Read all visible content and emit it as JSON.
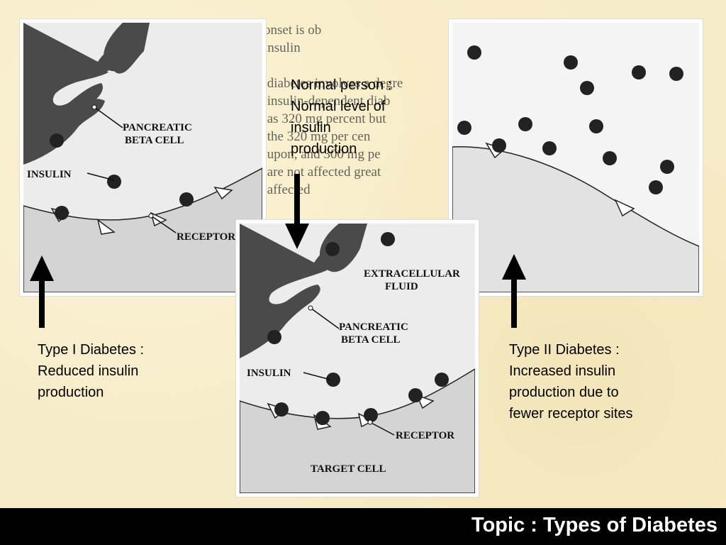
{
  "captions": {
    "normal": "Normal person :\nNormal level of\ninsulin\nproduction",
    "type1": "Type I Diabetes :\nReduced insulin\nproduction",
    "type2": "Type II Diabetes :\nIncreased insulin\nproduction due to\nfewer receptor sites"
  },
  "panel_labels": {
    "type1": {
      "pancreatic": "PANCREATIC",
      "beta": "BETA CELL",
      "insulin": "INSULIN",
      "receptor": "RECEPTOR"
    },
    "normal": {
      "extracellular": "EXTRACELLULAR",
      "fluid": "FLUID",
      "pancreatic": "PANCREATIC",
      "beta": "BETA CELL",
      "insulin": "INSULIN",
      "receptor": "RECEPTOR",
      "target": "TARGET CELL"
    }
  },
  "colors": {
    "cell_gray": "#4a4a4a",
    "membrane_gray": "#d4d4d4",
    "footer_bg": "#000000",
    "footer_text": "#ffffff"
  },
  "footer": {
    "title": "Topic : Types of Diabetes"
  }
}
